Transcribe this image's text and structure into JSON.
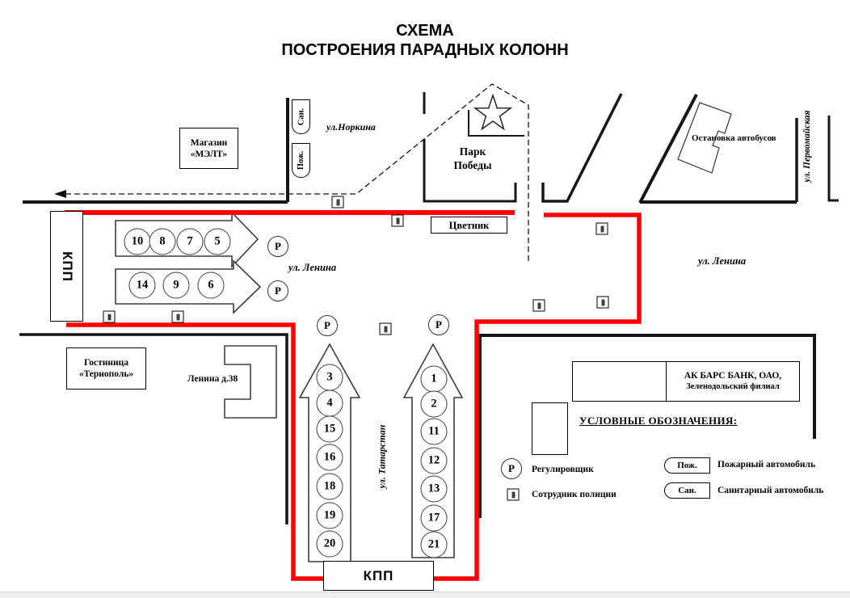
{
  "title": {
    "line1": "СХЕМА",
    "line2": "ПОСТРОЕНИЯ ПАРАДНЫХ КОЛОНН"
  },
  "colors": {
    "route": "#ff0000"
  },
  "checkpoints": {
    "left": "КПП",
    "bottom": "КПП"
  },
  "buildings": {
    "shop": {
      "line1": "Магазин",
      "line2": "«МЭЛТ»"
    },
    "park": {
      "line1": "Парк",
      "line2": "Победы"
    },
    "bus_stop": "Остановка автобусов",
    "flower_bed": "Цветник",
    "hotel": {
      "line1": "Гостиница",
      "line2": "«Тернополь»"
    },
    "lenina_house": "Ленина д.38",
    "bank": {
      "line1": "АК БАРС БАНК, ОАО,",
      "line2": "Зеленодольский филиал"
    }
  },
  "streets": {
    "norkina": "ул.Норкина",
    "lenina_west": "ул. Ленина",
    "lenina_east": "ул. Ленина",
    "pervomayskaya": "ул. Первомайская",
    "tatarstan": "ул. Татарстан"
  },
  "vehicles_top": {
    "sanitary": "Сан.",
    "fire": "Пож."
  },
  "columns": {
    "row1": [
      "10",
      "8",
      "7",
      "5"
    ],
    "row2": [
      "14",
      "9",
      "6"
    ],
    "left": [
      "3",
      "4",
      "15",
      "16",
      "18",
      "19",
      "20"
    ],
    "right": [
      "1",
      "2",
      "11",
      "12",
      "13",
      "17",
      "21"
    ]
  },
  "marker": {
    "controller": "Р"
  },
  "legend": {
    "heading": "УСЛОВНЫЕ ОБОЗНАЧЕНИЯ:",
    "controller_symbol": "Р",
    "controller_label": "Регулировщик",
    "police_label": "Сотрудник полиции",
    "fire_tag": "Пож.",
    "fire_label": "Пожарный автомобиль",
    "sanitary_tag": "Сан.",
    "sanitary_label": "Санитарный автомобиль"
  }
}
